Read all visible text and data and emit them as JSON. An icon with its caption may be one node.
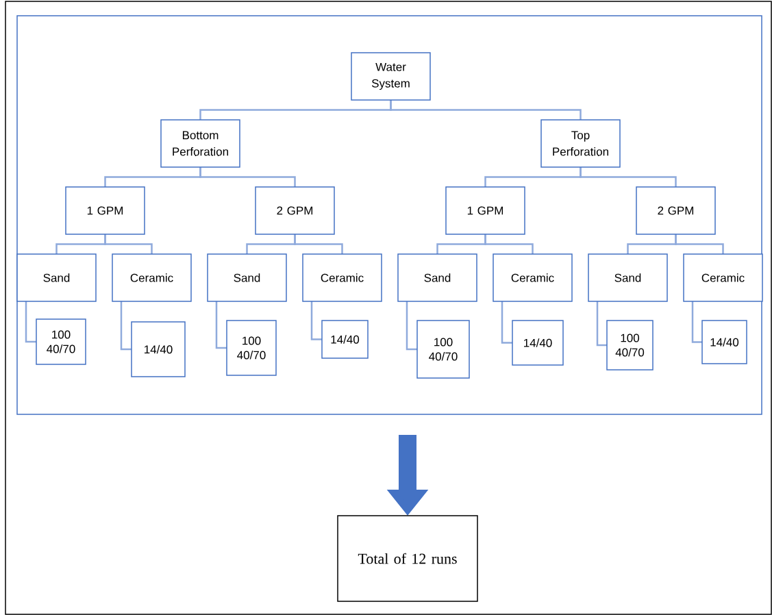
{
  "diagram": {
    "nodes": [
      {
        "text": [],
        "shape": "box"
      },
      {
        "text": [
          "Water System"
        ],
        "in": 0
      },
      {
        "text": [
          "Bottom Perforation"
        ],
        "in": 0
      },
      {
        "text": [
          "Top Perforation"
        ],
        "in": 0
      },
      {
        "text": [
          "1 GPM"
        ],
        "in": 0
      },
      {
        "text": [
          "2 GPM"
        ],
        "in": 0
      },
      {
        "text": [
          "1 GPM"
        ],
        "in": 0
      },
      {
        "text": [
          "2 GPM"
        ],
        "in": 0
      },
      {
        "text": [
          "Sand"
        ],
        "in": 0
      },
      {
        "text": [
          "Ceramic"
        ],
        "in": 0
      },
      {
        "text": [
          "Sand"
        ],
        "in": 0
      },
      {
        "text": [
          "Ceramic"
        ],
        "in": 0
      },
      {
        "text": [
          "Sand"
        ],
        "in": 0
      },
      {
        "text": [
          "Ceramic"
        ],
        "in": 0
      },
      {
        "text": [
          "Sand"
        ],
        "in": 0
      },
      {
        "text": [
          "Ceramic"
        ],
        "in": 0
      },
      {
        "text": [
          "100 40/70"
        ],
        "in": 0
      },
      {
        "text": [
          "14/40"
        ],
        "in": 0
      },
      {
        "text": [
          "100 40/70"
        ],
        "in": 0
      },
      {
        "text": [
          "14/40"
        ],
        "in": 0
      },
      {
        "text": [
          "100 40/70"
        ],
        "in": 0
      },
      {
        "text": [
          "14/40"
        ],
        "in": 0
      },
      {
        "text": [
          "100 40/70"
        ],
        "in": 0
      },
      {
        "text": [
          "14/40"
        ],
        "in": 0
      },
      {
        "text": [
          "Total of 12 runs"
        ]
      }
    ],
    "edges": [
      {
        "from": 1,
        "to": 2,
        "arrow": "none"
      },
      {
        "from": 1,
        "to": 3,
        "arrow": "none"
      },
      {
        "from": 2,
        "to": 4,
        "arrow": "none"
      },
      {
        "from": 2,
        "to": 5,
        "arrow": "none"
      },
      {
        "from": 3,
        "to": 6,
        "arrow": "none"
      },
      {
        "from": 3,
        "to": 7,
        "arrow": "none"
      },
      {
        "from": 4,
        "to": 8,
        "arrow": "none"
      },
      {
        "from": 4,
        "to": 9,
        "arrow": "none"
      },
      {
        "from": 5,
        "to": 10,
        "arrow": "none"
      },
      {
        "from": 5,
        "to": 11,
        "arrow": "none"
      },
      {
        "from": 6,
        "to": 12,
        "arrow": "none"
      },
      {
        "from": 6,
        "to": 13,
        "arrow": "none"
      },
      {
        "from": 7,
        "to": 14,
        "arrow": "none"
      },
      {
        "from": 7,
        "to": 15,
        "arrow": "none"
      },
      {
        "from": 8,
        "to": 16,
        "arrow": "none"
      },
      {
        "from": 9,
        "to": 17,
        "arrow": "none"
      },
      {
        "from": 10,
        "to": 18,
        "arrow": "none"
      },
      {
        "from": 11,
        "to": 19,
        "arrow": "none"
      },
      {
        "from": 12,
        "to": 20,
        "arrow": "none"
      },
      {
        "from": 13,
        "to": 21,
        "arrow": "none"
      },
      {
        "from": 14,
        "to": 22,
        "arrow": "none"
      },
      {
        "from": 15,
        "to": 23,
        "arrow": "none"
      },
      {
        "from": 0,
        "to": 24,
        "arrow": "to",
        "style": "thick",
        "color": "#4472c4"
      }
    ]
  }
}
